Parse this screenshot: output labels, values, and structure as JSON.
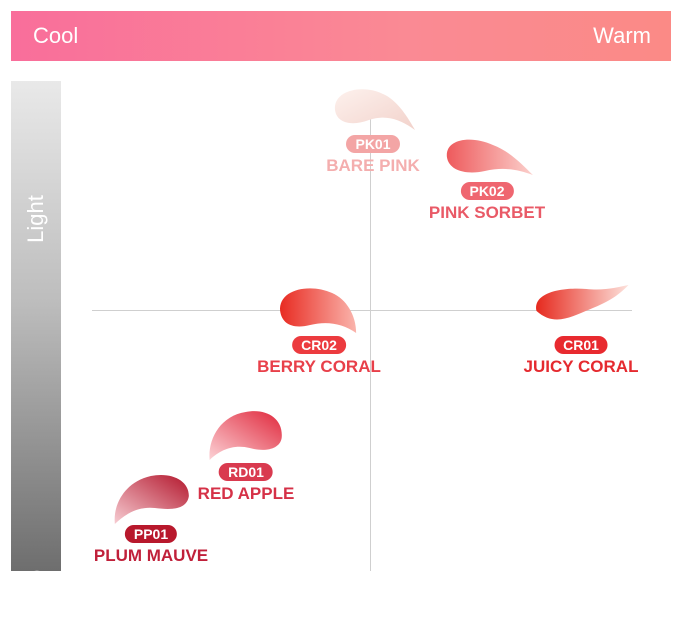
{
  "axes": {
    "cool_label": "Cool",
    "warm_label": "Warm",
    "light_label": "Light",
    "deep_label": "Deep"
  },
  "shades": [
    {
      "code": "PK01",
      "name": "BARE PINK",
      "pill_color": "#f3a5a5",
      "text_color": "#f4aeae",
      "swatch_light": "#fdf1ed",
      "swatch_dark": "#f2d2cb"
    },
    {
      "code": "PK02",
      "name": "PINK SORBET",
      "pill_color": "#ef6670",
      "text_color": "#e95a67",
      "swatch_light": "#fbd0cc",
      "swatch_dark": "#ee5a5c"
    },
    {
      "code": "CR02",
      "name": "BERRY CORAL",
      "pill_color": "#ec3b3f",
      "text_color": "#e8404a",
      "swatch_light": "#fab4ac",
      "swatch_dark": "#e82b22"
    },
    {
      "code": "CR01",
      "name": "JUICY CORAL",
      "pill_color": "#e82a2f",
      "text_color": "#e52a2f",
      "swatch_light": "#fde2dc",
      "swatch_dark": "#e6291e"
    },
    {
      "code": "RD01",
      "name": "RED APPLE",
      "pill_color": "#d93a4f",
      "text_color": "#d53147",
      "swatch_light": "#fcd2d6",
      "swatch_dark": "#e0283c"
    },
    {
      "code": "PP01",
      "name": "PLUM MAUVE",
      "pill_color": "#b8182c",
      "text_color": "#c0203a",
      "swatch_light": "#f7ccd2",
      "swatch_dark": "#b3172d"
    }
  ]
}
